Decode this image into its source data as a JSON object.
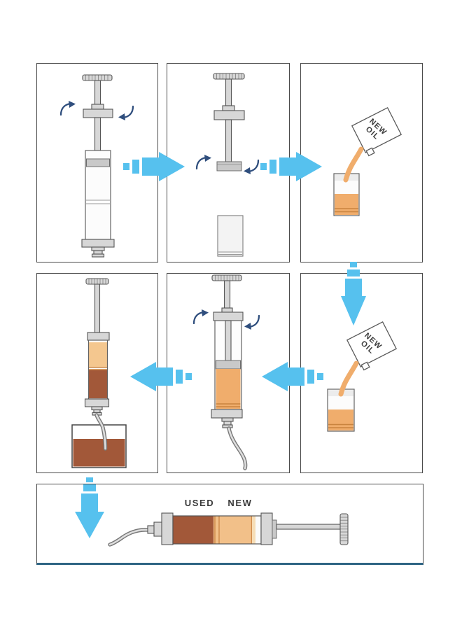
{
  "colors": {
    "arrow_blue": "#56c1ee",
    "rotation_arrow": "#2f4e7d",
    "oil_new": "#f0ad6c",
    "oil_new_light": "#f4c78f",
    "oil_used": "#a25839",
    "oil_line": "#c9843f",
    "metal": "#d7d7d7",
    "metal_dark": "#c9c9c9",
    "outline": "#555555",
    "panel_border": "#4a4a4a",
    "bottom_border": "#2e6584",
    "label_text": "#3a3a3a"
  },
  "bottle": {
    "line1": "NEW",
    "line2": "OIL"
  },
  "result_labels": {
    "used": "USED",
    "new": "NEW"
  }
}
